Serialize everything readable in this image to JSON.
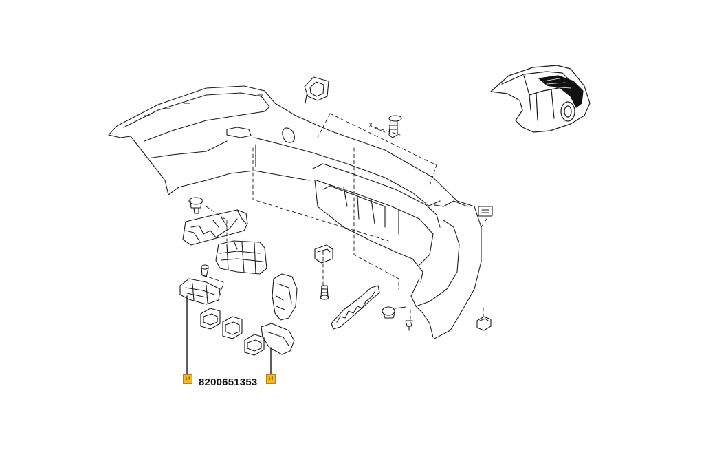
{
  "diagram": {
    "part_number": "8200651353",
    "callout_label": "14",
    "colors": {
      "line": "#1a1a1a",
      "callout_fill": "#f3b929",
      "callout_border": "#b88600",
      "car_highlight": "#111111"
    },
    "icons": [
      "rear-bumper-cover",
      "car-location-thumbnail",
      "bracket",
      "clip",
      "screw",
      "retainer"
    ]
  }
}
